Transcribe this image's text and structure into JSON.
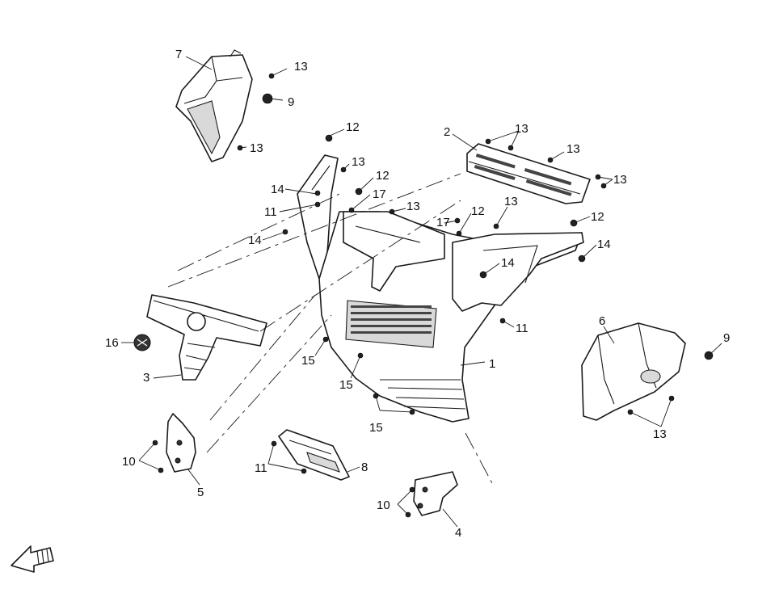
{
  "diagram": {
    "callouts": [
      {
        "id": "c7",
        "label": "7"
      },
      {
        "id": "c13a",
        "label": "13"
      },
      {
        "id": "c9a",
        "label": "9"
      },
      {
        "id": "c13b",
        "label": "13"
      },
      {
        "id": "c12a",
        "label": "12"
      },
      {
        "id": "c2",
        "label": "2"
      },
      {
        "id": "c13c",
        "label": "13"
      },
      {
        "id": "c13d",
        "label": "13"
      },
      {
        "id": "c13e",
        "label": "13"
      },
      {
        "id": "c13f",
        "label": "13"
      },
      {
        "id": "c14a",
        "label": "14"
      },
      {
        "id": "c12b",
        "label": "12"
      },
      {
        "id": "c17a",
        "label": "17"
      },
      {
        "id": "c11a",
        "label": "11"
      },
      {
        "id": "c13g",
        "label": "13"
      },
      {
        "id": "c13h",
        "label": "13"
      },
      {
        "id": "c17b",
        "label": "17"
      },
      {
        "id": "c12c",
        "label": "12"
      },
      {
        "id": "c12d",
        "label": "12"
      },
      {
        "id": "c14b",
        "label": "14"
      },
      {
        "id": "c14c",
        "label": "14"
      },
      {
        "id": "c14d",
        "label": "14"
      },
      {
        "id": "c11b",
        "label": "11"
      },
      {
        "id": "c16",
        "label": "16"
      },
      {
        "id": "c3",
        "label": "3"
      },
      {
        "id": "c15a",
        "label": "15"
      },
      {
        "id": "c1",
        "label": "1"
      },
      {
        "id": "c6",
        "label": "6"
      },
      {
        "id": "c9b",
        "label": "9"
      },
      {
        "id": "c15b",
        "label": "15"
      },
      {
        "id": "c15c",
        "label": "15"
      },
      {
        "id": "c13i",
        "label": "13"
      },
      {
        "id": "c10a",
        "label": "10"
      },
      {
        "id": "c5",
        "label": "5"
      },
      {
        "id": "c11c",
        "label": "11"
      },
      {
        "id": "c8",
        "label": "8"
      },
      {
        "id": "c10b",
        "label": "10"
      },
      {
        "id": "c4",
        "label": "4"
      }
    ]
  }
}
